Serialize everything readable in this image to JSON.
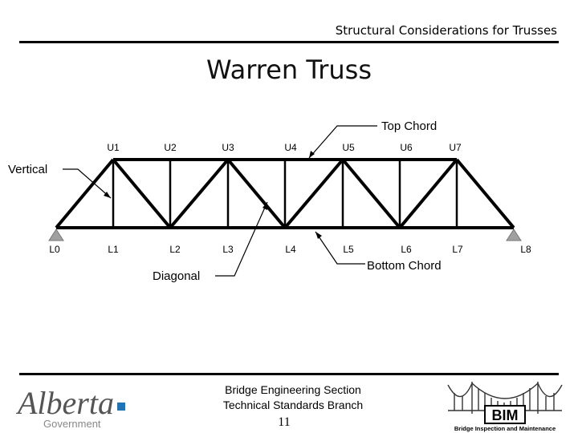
{
  "header": {
    "title": "Structural Considerations for Trusses"
  },
  "slide": {
    "title": "Warren Truss"
  },
  "diagram": {
    "upper_nodes": [
      "U1",
      "U2",
      "U3",
      "U4",
      "U5",
      "U6",
      "U7"
    ],
    "lower_nodes": [
      "L0",
      "L1",
      "L2",
      "L3",
      "L4",
      "L5",
      "L6",
      "L7",
      "L8"
    ],
    "callouts": {
      "top_chord": "Top Chord",
      "vertical": "Vertical",
      "diagonal": "Diagonal",
      "bottom_chord": "Bottom Chord"
    }
  },
  "footer": {
    "line1": "Bridge Engineering Section",
    "line2": "Technical Standards Branch",
    "page_number": "11"
  },
  "logos": {
    "alberta_wordmark": "Alberta",
    "alberta_sub": "Government",
    "bim_text": "BIM",
    "bim_sub": "Bridge Inspection and Maintenance"
  },
  "colors": {
    "alberta_blue": "#1b75bb",
    "support_gray": "#a0a0a0"
  }
}
